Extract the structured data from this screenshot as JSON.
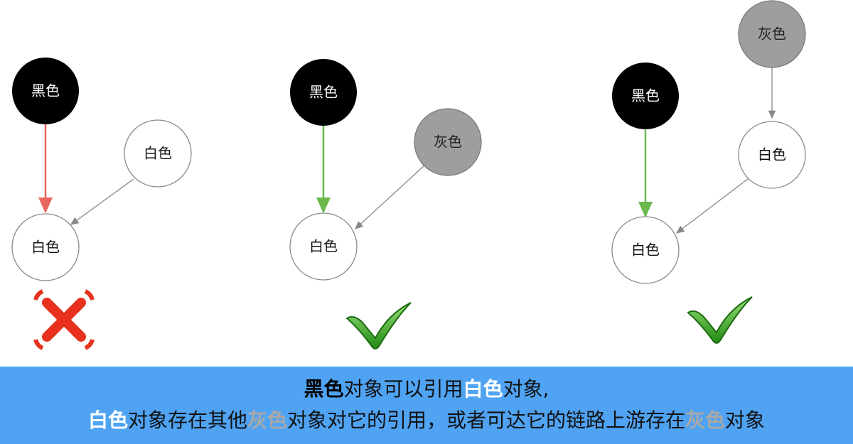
{
  "labels": {
    "black": "黑色",
    "white": "白色",
    "gray": "灰色"
  },
  "colors": {
    "black_fill": "#000000",
    "gray_fill": "#9e9e9e",
    "white_fill": "#ffffff",
    "invalid_edge": "#e8665f",
    "valid_edge": "#6ab94a",
    "ref_edge": "#888888",
    "banner_bg": "#4fa3f2",
    "cross": "#e8321e",
    "check": "#4aa832"
  },
  "panels": [
    {
      "verdict": "cross-icon"
    },
    {
      "verdict": "check-icon"
    },
    {
      "verdict": "check-icon"
    }
  ],
  "banner": {
    "line1": {
      "p1": "黑色",
      "p2": "对象可以引用",
      "p3": "白色",
      "p4": "对象,"
    },
    "line2": {
      "p1": "白色",
      "p2": "对象存在其他",
      "p3": "灰色",
      "p4": "对象对它的引用，或者可达它的链路上游存在",
      "p5": "灰色",
      "p6": "对象"
    }
  }
}
